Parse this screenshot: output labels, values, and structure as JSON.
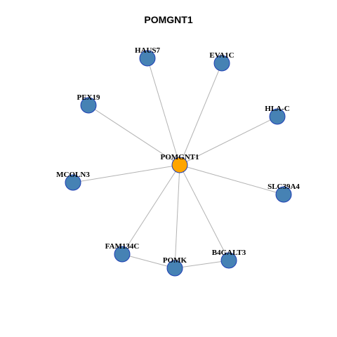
{
  "title": "POMGNT1",
  "colors": {
    "hub": "#ffa500",
    "node": "#4682b4",
    "node_border": "#1f3fb5",
    "edge": "#b3b3b3"
  },
  "nodes": [
    {
      "id": "POMGNT1",
      "label": "POMGNT1",
      "hub": true
    },
    {
      "id": "HAUS7",
      "label": "HAUS7"
    },
    {
      "id": "EVA1C",
      "label": "EVA1C"
    },
    {
      "id": "PEX19",
      "label": "PEX19"
    },
    {
      "id": "HLA-C",
      "label": "HLA-C"
    },
    {
      "id": "MCOLN3",
      "label": "MCOLN3"
    },
    {
      "id": "SLC39A4",
      "label": "SLC39A4"
    },
    {
      "id": "FAM134C",
      "label": "FAM134C"
    },
    {
      "id": "POMK",
      "label": "POMK"
    },
    {
      "id": "B4GALT3",
      "label": "B4GALT3"
    }
  ],
  "edges": [
    [
      "POMGNT1",
      "HAUS7"
    ],
    [
      "POMGNT1",
      "EVA1C"
    ],
    [
      "POMGNT1",
      "PEX19"
    ],
    [
      "POMGNT1",
      "HLA-C"
    ],
    [
      "POMGNT1",
      "MCOLN3"
    ],
    [
      "POMGNT1",
      "SLC39A4"
    ],
    [
      "POMGNT1",
      "FAM134C"
    ],
    [
      "POMGNT1",
      "POMK"
    ],
    [
      "POMGNT1",
      "B4GALT3"
    ],
    [
      "FAM134C",
      "POMK"
    ],
    [
      "POMK",
      "B4GALT3"
    ]
  ]
}
